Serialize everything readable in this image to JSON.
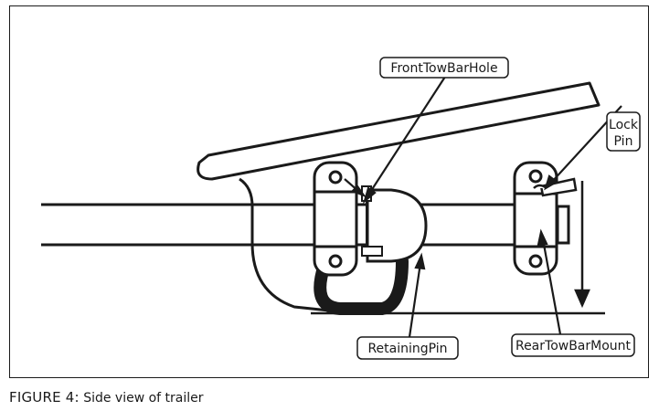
{
  "callouts": {
    "front_tow_bar_hole": "FrontTowBarHole",
    "lock_pin_line1": "Lock",
    "lock_pin_line2": "Pin",
    "retaining_pin": "RetainingPin",
    "rear_tow_bar_mount": "RearTowBarMount"
  },
  "caption": {
    "figure_label": "FIGURE 4:",
    "text": "Side view of trailer"
  }
}
